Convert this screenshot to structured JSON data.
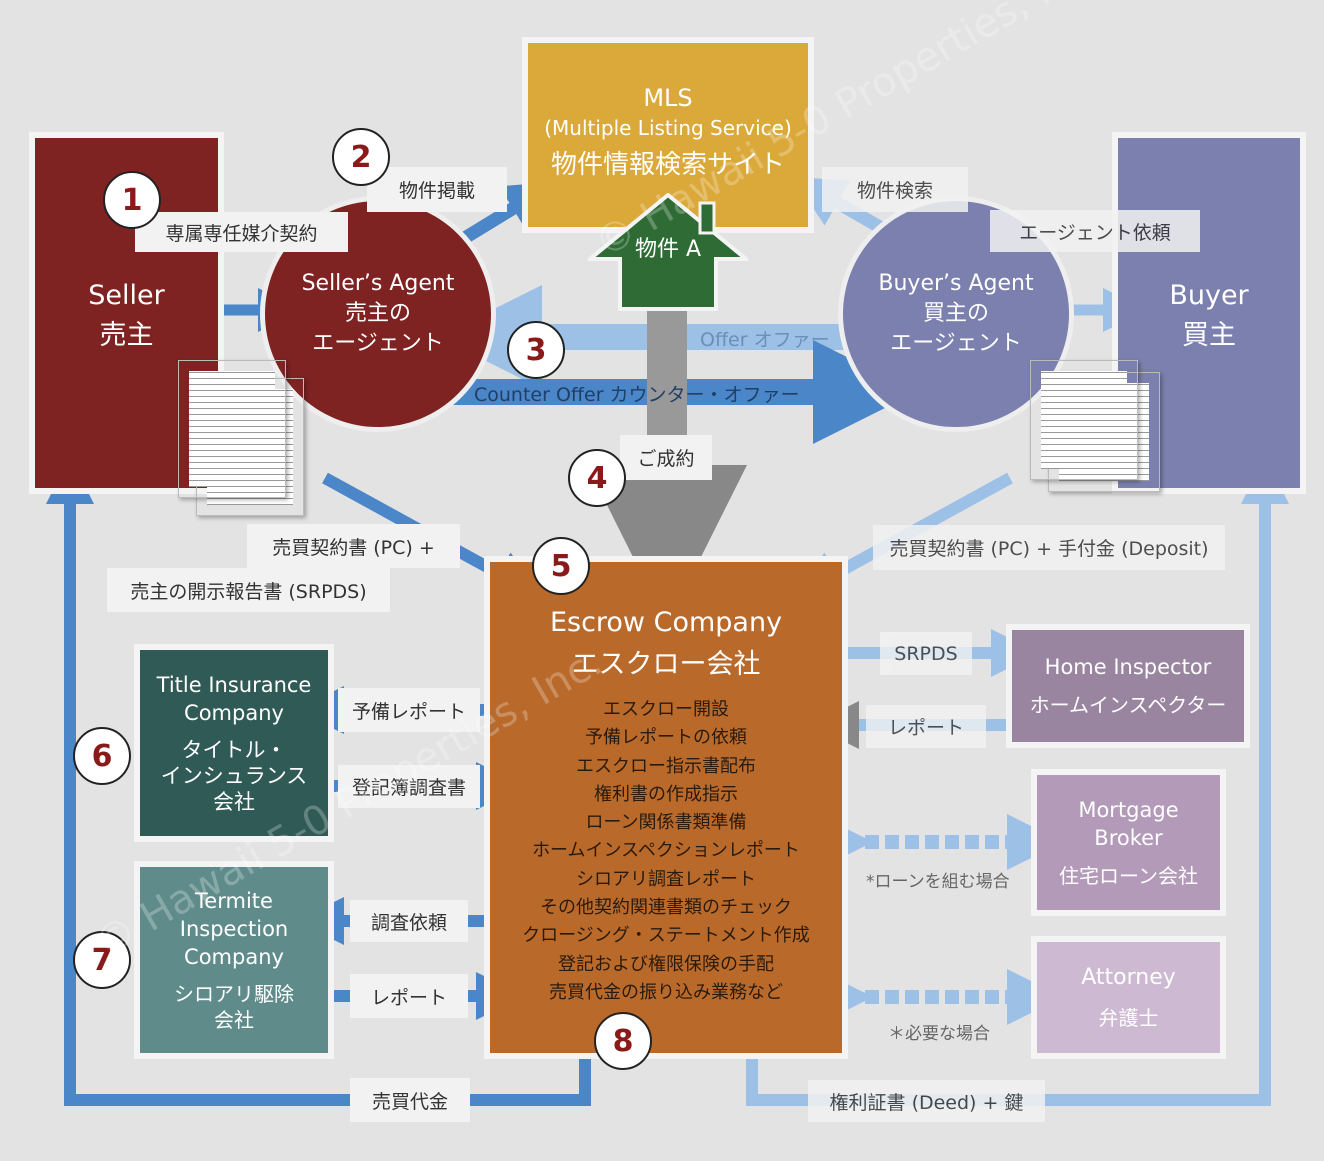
{
  "watermark": "© Hawaii 5-0 Properties, Inc.",
  "mls": {
    "title": "MLS",
    "subtitle": "(Multiple Listing Service)",
    "jp": "物件情報検索サイト"
  },
  "property": {
    "label": "物件 A"
  },
  "seller": {
    "en": "Seller",
    "jp": "売主"
  },
  "seller_agent": {
    "en": "Seller’s Agent",
    "jp1": "売主の",
    "jp2": "エージェント"
  },
  "buyer": {
    "en": "Buyer",
    "jp": "買主"
  },
  "buyer_agent": {
    "en": "Buyer’s Agent",
    "jp1": "買主の",
    "jp2": "エージェント"
  },
  "escrow": {
    "en": "Escrow Company",
    "jp": "エスクロー会社",
    "tasks": [
      "エスクロー開設",
      "予備レポートの依頼",
      "エスクロー指示書配布",
      "権利書の作成指示",
      "ローン関係書類準備",
      "ホームインスペクションレポート",
      "シロアリ調査レポート",
      "その他契約関連書類のチェック",
      "クロージング・ステートメント作成",
      "登記および権限保険の手配",
      "売買代金の振り込み業務など"
    ]
  },
  "title_insurance": {
    "en1": "Title Insurance",
    "en2": "Company",
    "jp1": "タイトル・",
    "jp2": "インシュランス",
    "jp3": "会社"
  },
  "termite": {
    "en1": "Termite",
    "en2": "Inspection",
    "en3": "Company",
    "jp1": "シロアリ駆除",
    "jp2": "会社"
  },
  "home_inspector": {
    "en": "Home Inspector",
    "jp": "ホームインスペクター"
  },
  "mortgage": {
    "en1": "Mortgage",
    "en2": "Broker",
    "jp": "住宅ローン会社"
  },
  "attorney": {
    "en": "Attorney",
    "jp": "弁護士"
  },
  "labels": {
    "exclusive_contract": "専属専任媒介契約",
    "listing": "物件掲載",
    "search": "物件検索",
    "agent_request": "エージェント依頼",
    "offer": "Offer オファー",
    "counter_offer": "Counter Offer カウンター・オファー",
    "closing": "ご成約",
    "pc_seller": "売買契約書 (PC) +",
    "srpds_seller": "売主の開示報告書 (SRPDS)",
    "pc_buyer": "売買契約書 (PC) + 手付金 (Deposit)",
    "srpds": "SRPDS",
    "report_hi": "レポート",
    "prelim_report": "予備レポート",
    "title_search": "登記簿調査書",
    "inspection_request": "調査依頼",
    "report_termite": "レポート",
    "loan_note": "*ローンを組む場合",
    "needed_note": "＊必要な場合",
    "sale_proceeds": "売買代金",
    "deed_keys": "権利証書 (Deed) + 鍵"
  },
  "steps": [
    "1",
    "2",
    "3",
    "4",
    "5",
    "6",
    "7",
    "8"
  ],
  "colors": {
    "seller": "#7e2222",
    "mls": "#dba83a",
    "house": "#2f6b35",
    "buyer": "#7b80ae",
    "escrow": "#b96a2b",
    "title": "#2f5a56",
    "termite": "#5f8c8a",
    "arrow": "#4a86c8"
  }
}
